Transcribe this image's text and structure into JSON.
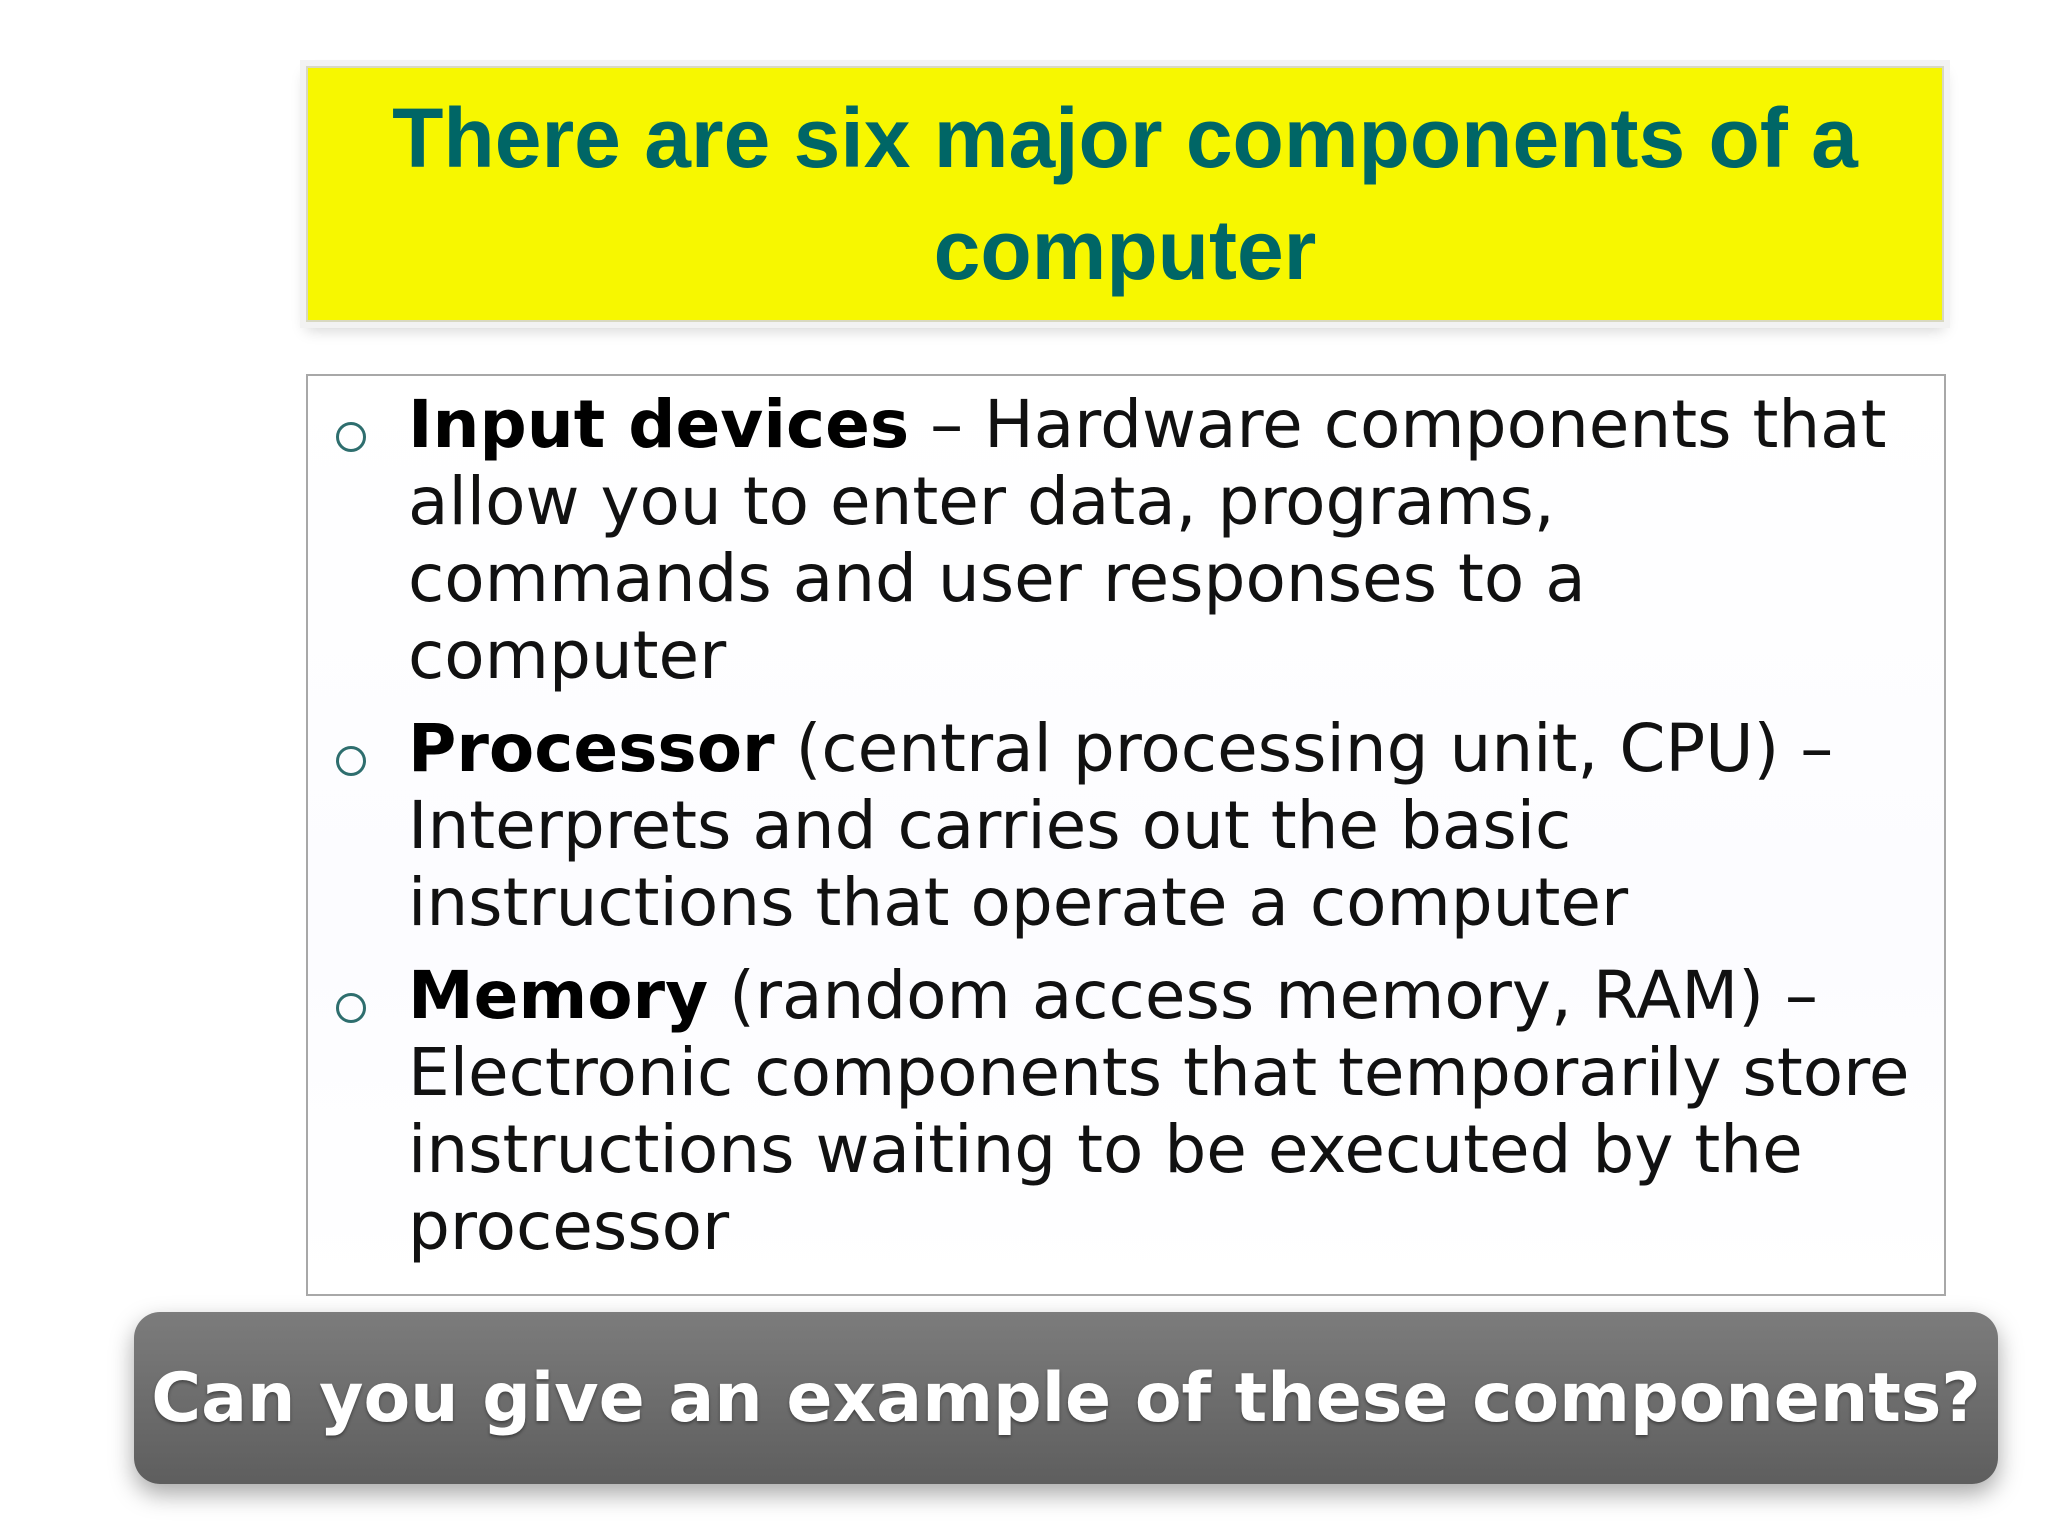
{
  "slide": {
    "title": "There are six major components of a computer",
    "bullets": [
      {
        "term": "Input devices",
        "description": " – Hardware components that allow you to enter data, programs, commands and user responses to a computer"
      },
      {
        "term": "Processor",
        "description": " (central processing unit, CPU) – Interprets and carries out the basic instructions that operate a computer"
      },
      {
        "term": "Memory",
        "description": " (random access memory, RAM) – Electronic components that temporarily store instructions waiting to be executed by the processor"
      }
    ]
  },
  "overlay": {
    "question": "Can you give an example of these components?"
  },
  "colors": {
    "title_background": "#f7f700",
    "title_text": "#006666",
    "overlay_background": "#6a6a6a",
    "bullet_marker": "#2e6e6e"
  },
  "icons": {
    "bullet": "hollow-circle-bullet-icon"
  }
}
